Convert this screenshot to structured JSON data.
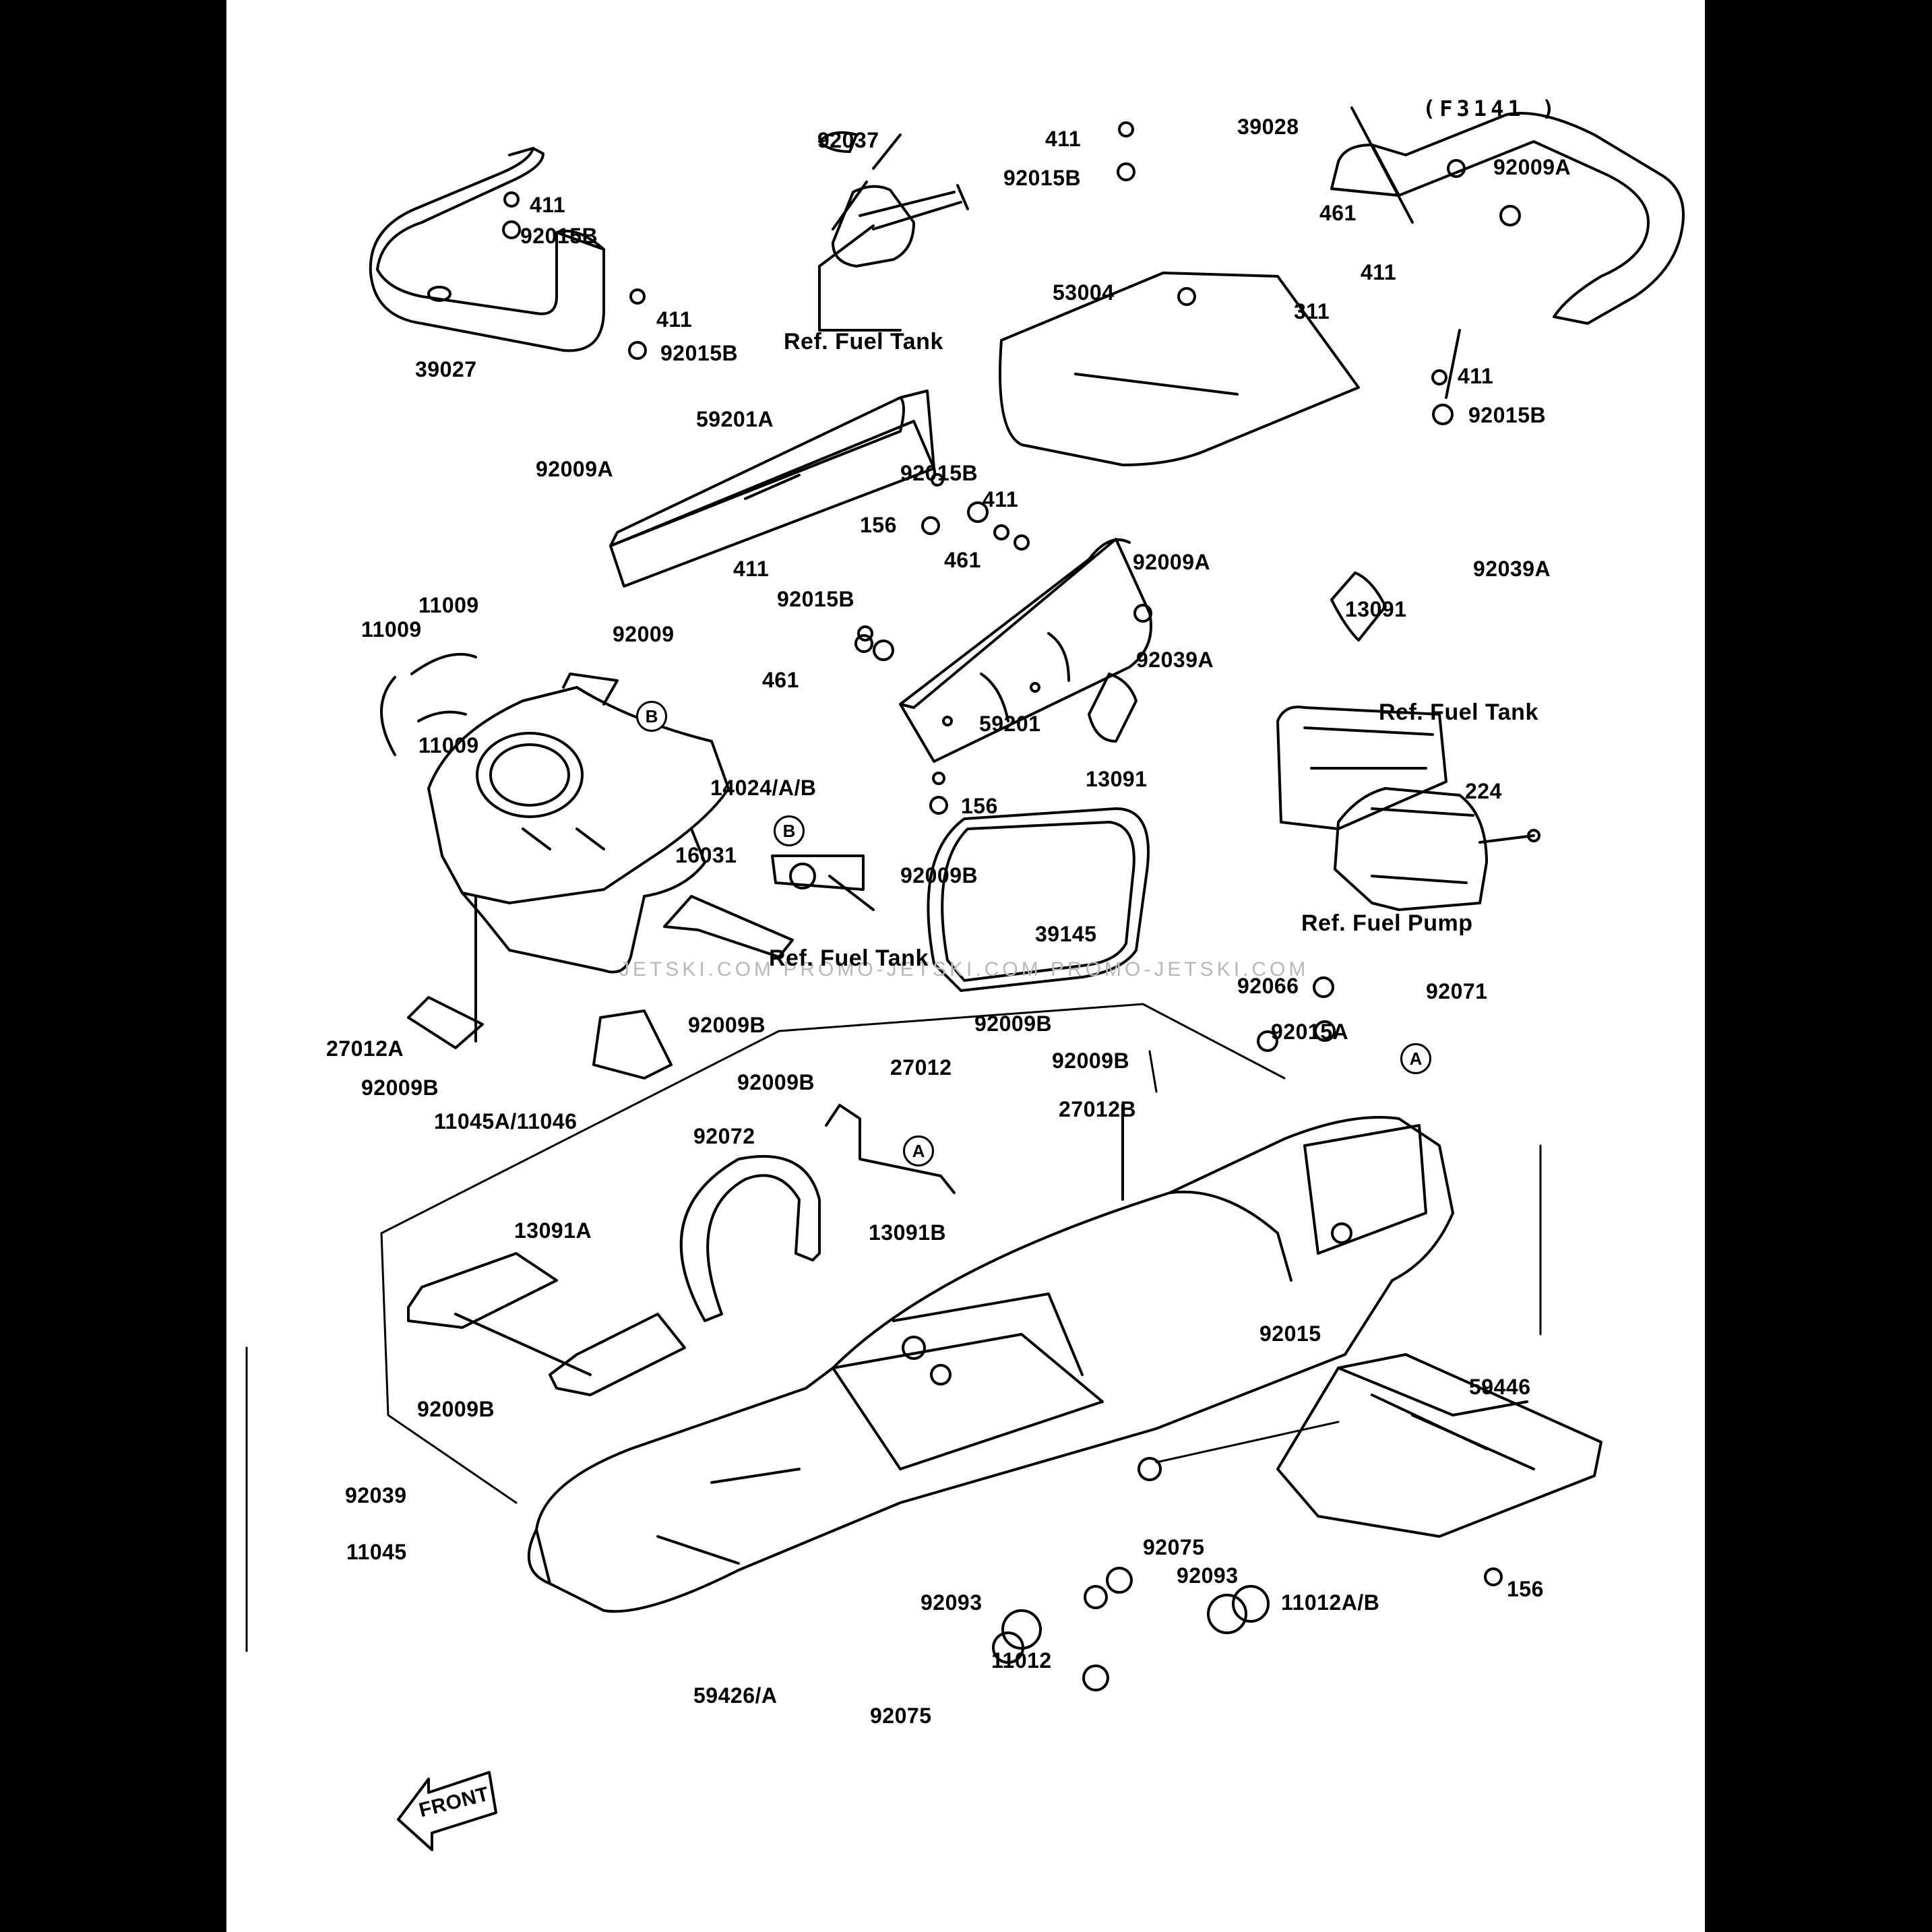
{
  "diagram": {
    "code": "(F3141 )",
    "watermark": "JETSKI.COM  PROMO-JETSKI.COM  PROMO-JETSKI.COM",
    "front_label": "FRONT",
    "symbols": {
      "a": "A",
      "b": "B"
    },
    "refs": {
      "fuel_tank": "Ref. Fuel Tank",
      "fuel_pump": "Ref. Fuel Pump"
    },
    "parts": {
      "p39027": "39027",
      "p411": "411",
      "p92015B": "92015B",
      "p92037": "92037",
      "p39028": "39028",
      "p92009A": "92009A",
      "p461": "461",
      "p311": "311",
      "p53004": "53004",
      "p59201A": "59201A",
      "p156": "156",
      "p11009": "11009",
      "p92009": "92009",
      "p59201": "59201",
      "p92039A": "92039A",
      "p13091": "13091",
      "p14024": "14024/A/B",
      "p16031": "16031",
      "p92009B": "92009B",
      "p224": "224",
      "p39145": "39145",
      "p92066": "92066",
      "p92071": "92071",
      "p92015A": "92015A",
      "p27012A": "27012A",
      "p27012": "27012",
      "p27012B": "27012B",
      "p11045A": "11045A/11046",
      "p92072": "92072",
      "p13091B": "13091B",
      "p13091A": "13091A",
      "p92015": "92015",
      "p59446": "59446",
      "p92039": "92039",
      "p11045": "11045",
      "p92075": "92075",
      "p92093": "92093",
      "p11012AB": "11012A/B",
      "p11012": "11012",
      "p59426": "59426/A"
    }
  }
}
